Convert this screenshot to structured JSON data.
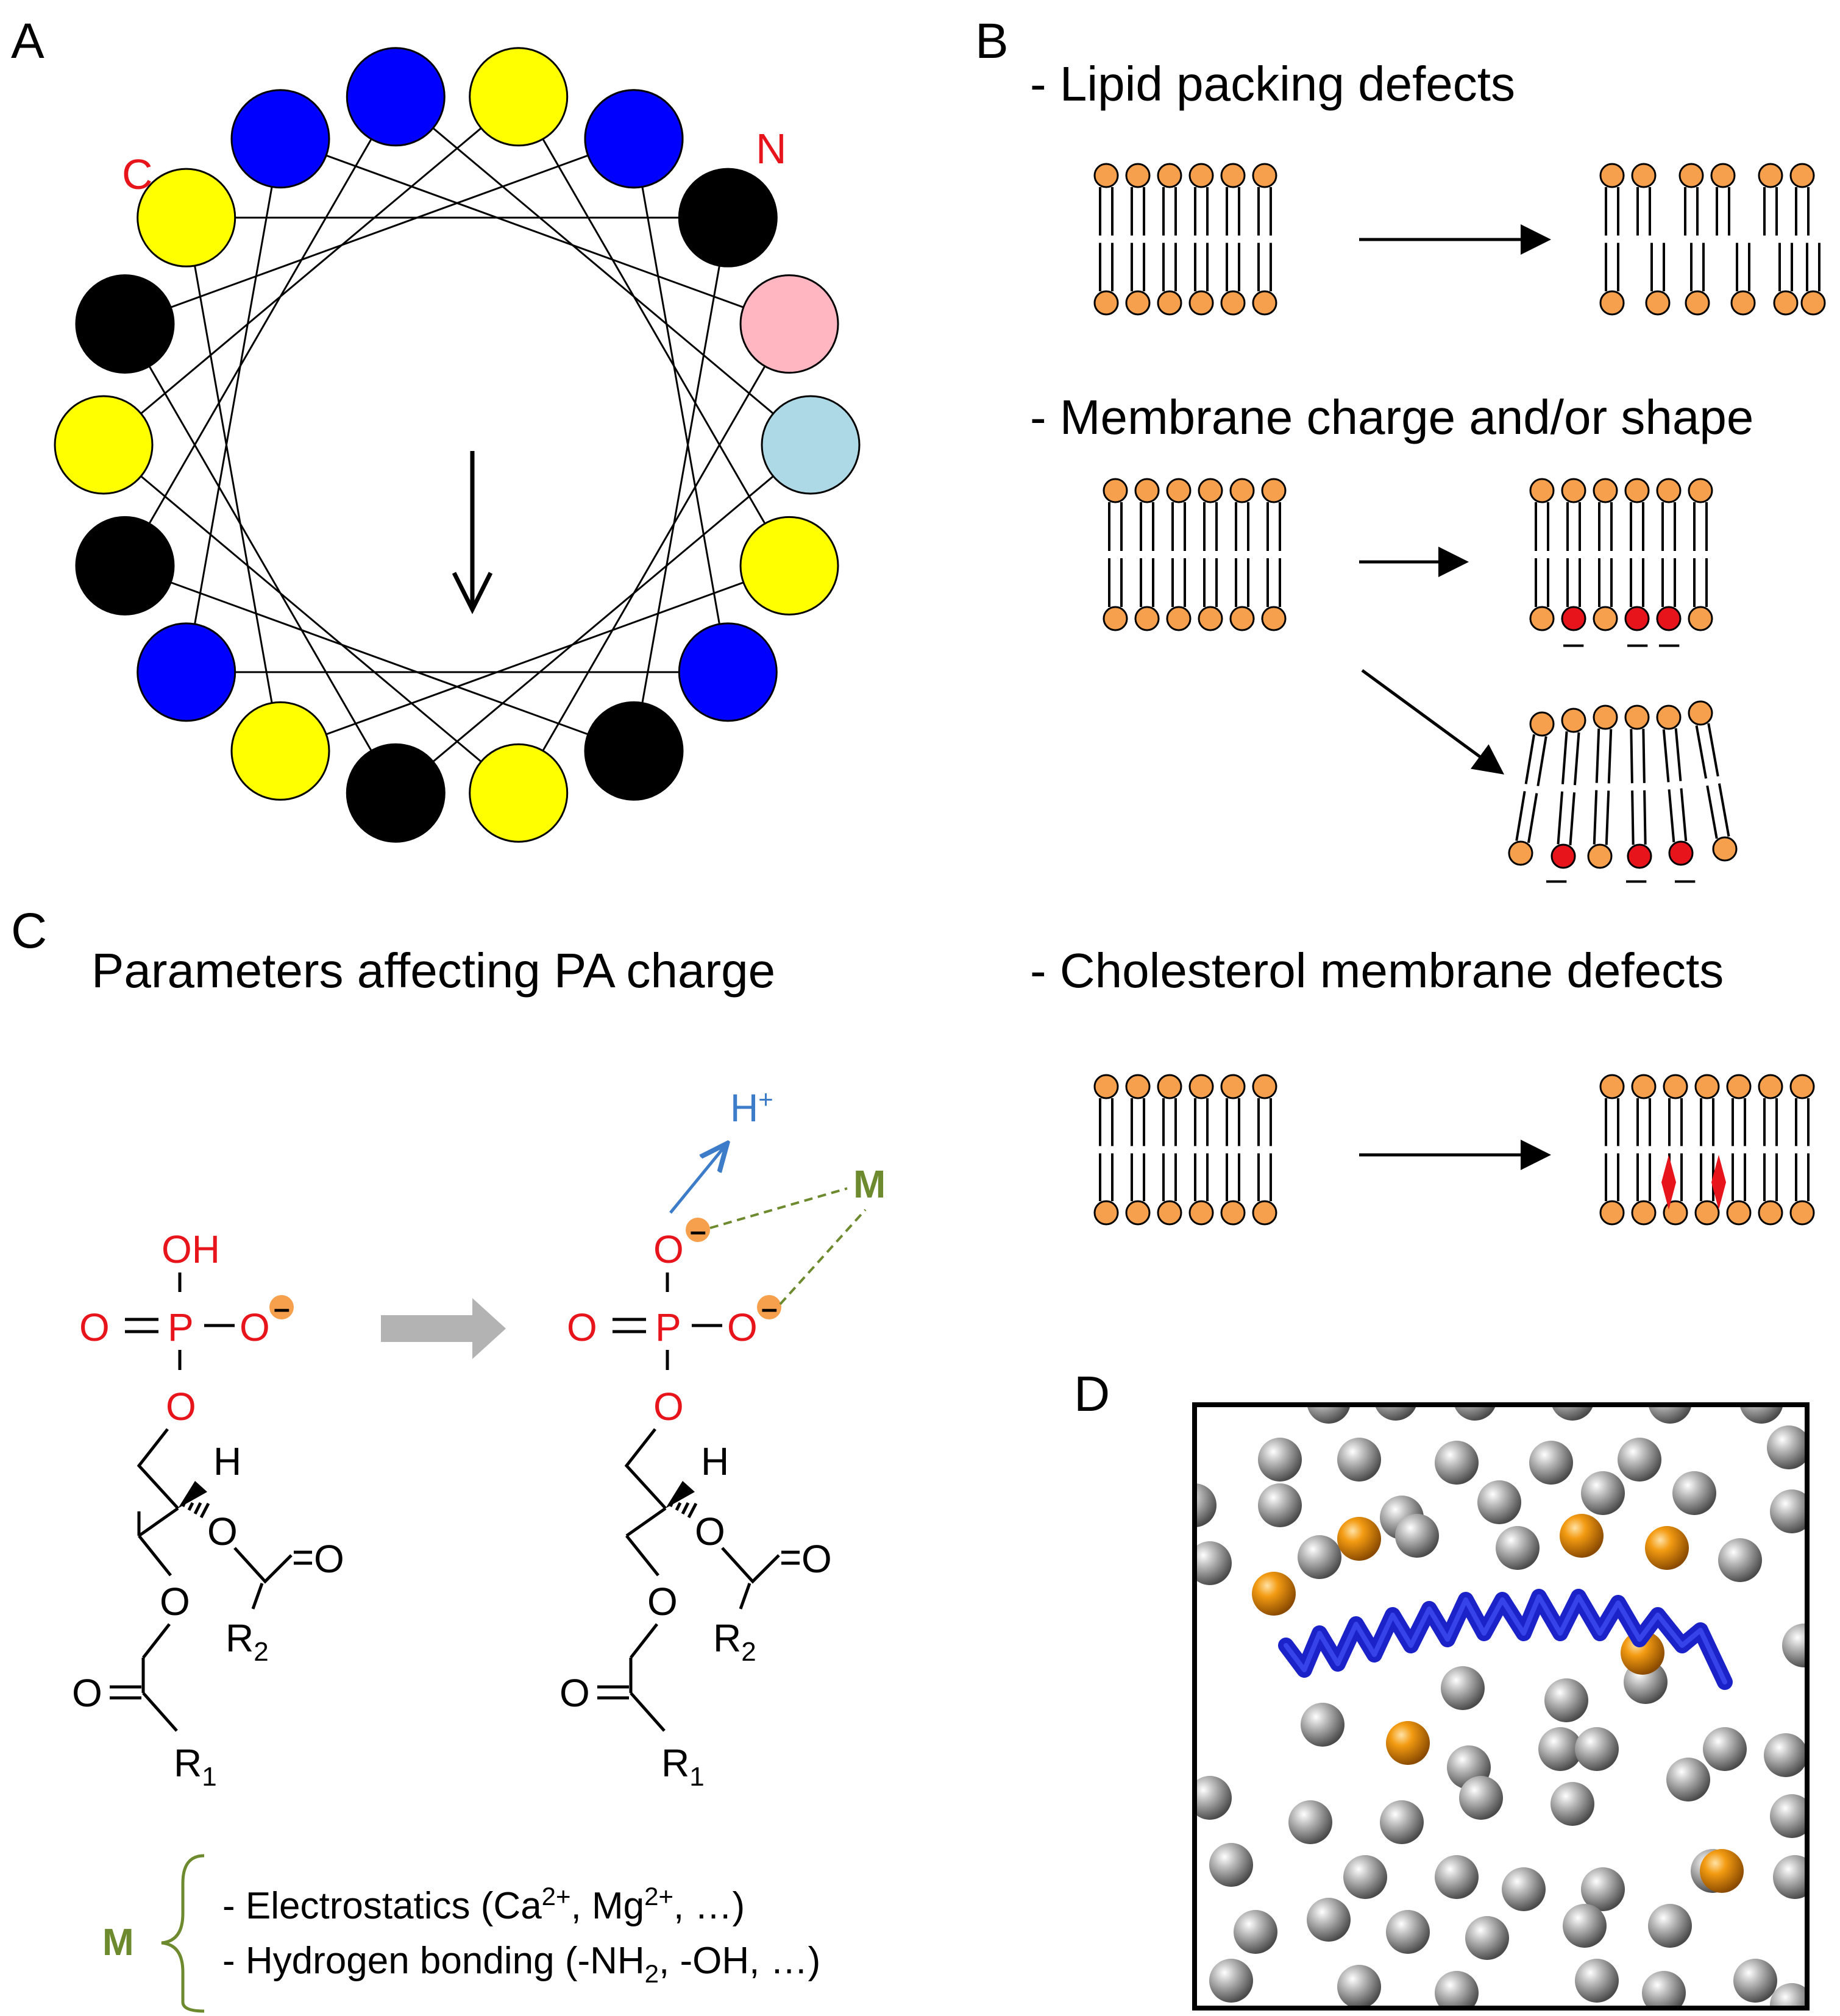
{
  "panels": {
    "a": {
      "label": "A",
      "c_terminus": "C",
      "n_terminus": "N",
      "colors": {
        "blue": "#0000ff",
        "black": "#000000",
        "yellow": "#ffff00",
        "purple": "#a020f0",
        "lightblue": "#add8e6",
        "pink": "#ffb6c1"
      },
      "residue_colors": [
        "purple",
        "blue",
        "blue",
        "blue",
        "pink",
        "yellow",
        "yellow",
        "yellow",
        "yellow",
        "yellow",
        "yellow",
        "black",
        "black",
        "black",
        "blue",
        "lightblue",
        "black",
        "black",
        "blue"
      ]
    },
    "b": {
      "label": "B",
      "items": [
        "- Lipid packing defects",
        "- Membrane charge and/or shape",
        "- Cholesterol membrane defects"
      ],
      "charge_mark": "–",
      "colors": {
        "lipid_head": "#f6a04d",
        "charged_head": "#e8141b",
        "cholesterol": "#e8141b"
      }
    },
    "c": {
      "label": "C",
      "title": "Parameters affecting PA charge",
      "proton": "H",
      "proton_sup": "+",
      "metal": "M",
      "hydrogen": "H",
      "oxygen": "O",
      "phosphorus": "P",
      "hydroxyl": "OH",
      "r": "R",
      "r1_sub": "1",
      "r2_sub": "2",
      "minus": "–",
      "brace_label": "M",
      "bullets": {
        "electrostatics": {
          "prefix": "- Electrostatics (Ca",
          "sup1": "2+",
          "mid": ", Mg",
          "sup2": "2+",
          "suffix": ", …)"
        },
        "hbond": {
          "prefix": "- Hydrogen bonding (-NH",
          "sub": "2",
          "suffix": ", -OH, …)"
        }
      },
      "colors": {
        "atom_red": "#e8141b",
        "metal_green": "#6d8a2e",
        "proton_blue": "#3d7cc9",
        "arrow_gray": "#b3b3b3",
        "charge_orange": "#f6a04d"
      }
    },
    "d": {
      "label": "D",
      "colors": {
        "gray_bead": "#9a9a9a",
        "orange_bead": "#f08a00",
        "helix": "#1a22c8"
      }
    }
  }
}
